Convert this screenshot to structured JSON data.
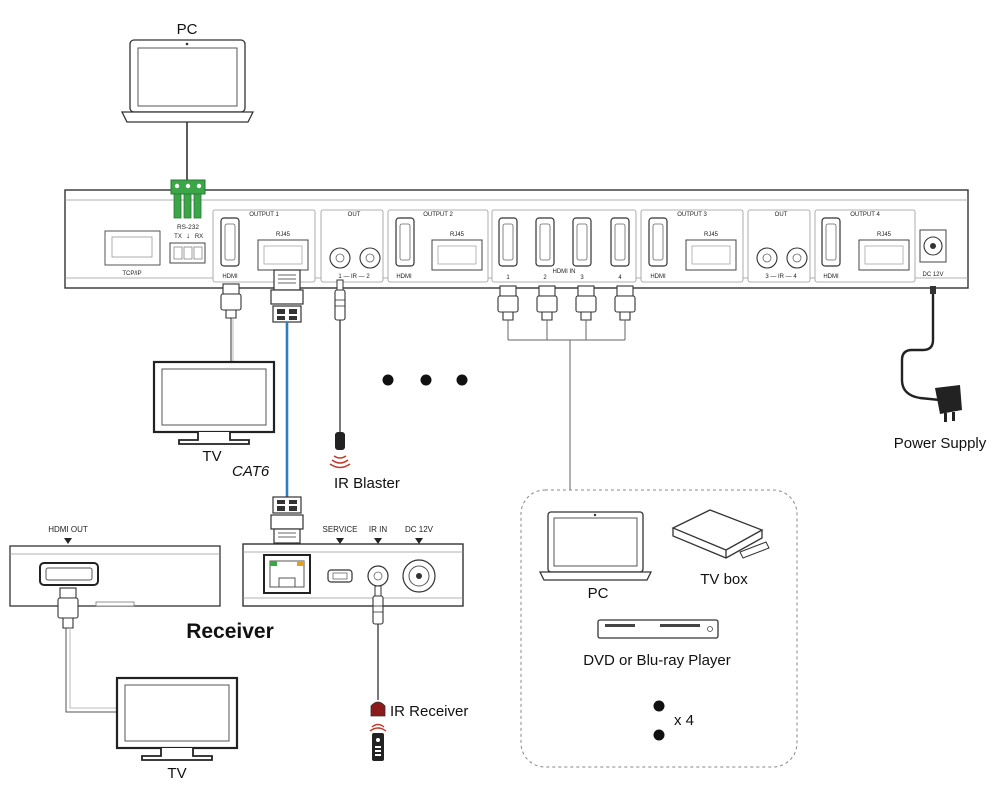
{
  "labels": {
    "pc_top": "PC",
    "tv_left": "TV",
    "cat6": "CAT6",
    "ir_blaster": "IR Blaster",
    "power_supply": "Power Supply",
    "receiver": "Receiver",
    "tv_bottom": "TV",
    "ir_receiver": "IR Receiver",
    "pc_source": "PC",
    "tv_box": "TV box",
    "dvd_player": "DVD or Blu-ray Player",
    "times_four": "x 4"
  },
  "matrix": {
    "rs232": "RS-232",
    "tx": "TX",
    "rx": "RX",
    "tcpip": "TCP/IP",
    "output1": "OUTPUT 1",
    "output2": "OUTPUT 2",
    "output3": "OUTPUT 3",
    "output4": "OUTPUT 4",
    "out_a": "OUT",
    "out_b": "OUT",
    "hdmi": "HDMI",
    "rj45": "RJ45",
    "ir_a": "1 — IR — 2",
    "ir_b": "3 — IR — 4",
    "hdmi_in": "HDMI IN",
    "in1": "1",
    "in2": "2",
    "in3": "3",
    "in4": "4",
    "dc12v": "DC 12V"
  },
  "receiver_panel": {
    "service": "SERVICE",
    "ir_in": "IR IN",
    "dc12v": "DC 12V",
    "hdmi_out": "HDMI OUT"
  },
  "colors": {
    "cat6_cable": "#2a7fc4",
    "terminal_block": "#3aa648",
    "ir_red": "#c0392b",
    "line": "#222222"
  }
}
